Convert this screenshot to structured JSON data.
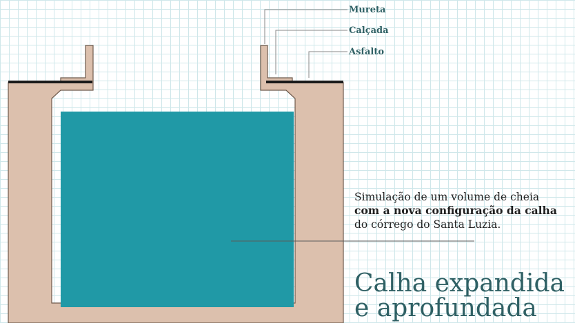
{
  "labels": {
    "mureta": "Mureta",
    "calcada": "Calçada",
    "asfalto": "Asfalto"
  },
  "caption": {
    "line1": "Simulação de um volume de cheia",
    "line2": "com a nova configuração da calha",
    "line3": "do córrego do Santa Luzia."
  },
  "title": {
    "line1": "Calha expandida",
    "line2": "e aprofundada"
  },
  "colors": {
    "concrete": "#dcc0ad",
    "water": "#2099a6",
    "asphalt": "#1a1a1a",
    "label": "#2f6064",
    "grid": "#cfe7ea"
  }
}
